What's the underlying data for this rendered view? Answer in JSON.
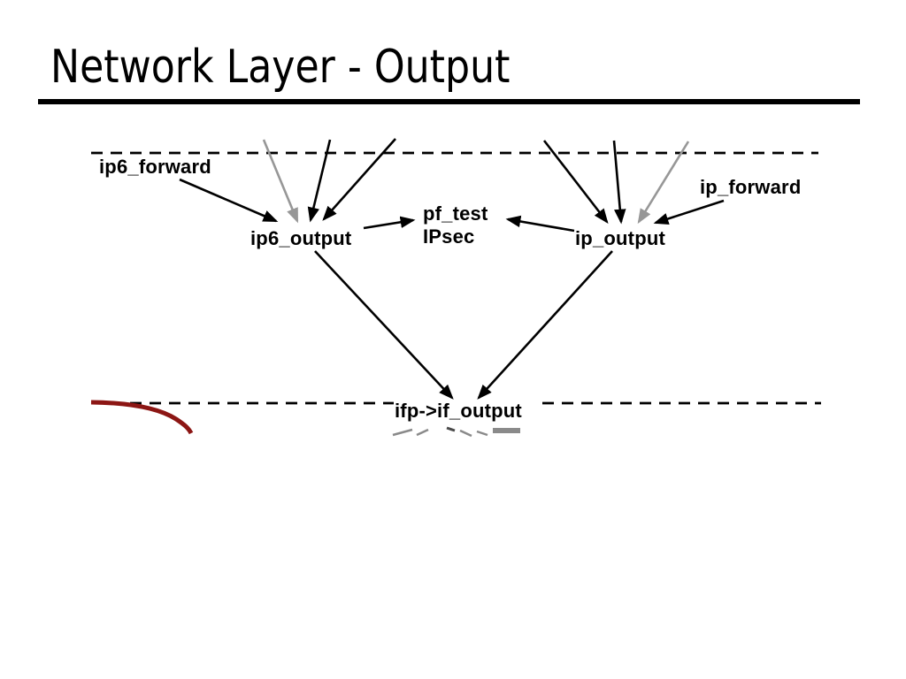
{
  "slide": {
    "title": "Network Layer - Output"
  },
  "diagram": {
    "nodes": {
      "ip6_forward": "ip6_forward",
      "ip_forward": "ip_forward",
      "ip6_output": "ip6_output",
      "pf_test": "pf_test",
      "ipsec": "IPsec",
      "ip_output": "ip_output",
      "if_output": "ifp->if_output"
    },
    "edges": [
      {
        "from": "upper-layer",
        "to": "ip6_output",
        "style": "gray"
      },
      {
        "from": "upper-layer",
        "to": "ip6_output",
        "style": "black"
      },
      {
        "from": "upper-layer",
        "to": "ip6_output",
        "style": "black"
      },
      {
        "from": "ip6_forward",
        "to": "ip6_output",
        "style": "black"
      },
      {
        "from": "upper-layer",
        "to": "ip_output",
        "style": "black"
      },
      {
        "from": "upper-layer",
        "to": "ip_output",
        "style": "black"
      },
      {
        "from": "upper-layer",
        "to": "ip_output",
        "style": "gray"
      },
      {
        "from": "ip_forward",
        "to": "ip_output",
        "style": "black"
      },
      {
        "from": "ip6_output",
        "to": "pf_test",
        "style": "black"
      },
      {
        "from": "ip_output",
        "to": "pf_test",
        "style": "black"
      },
      {
        "from": "ip6_output",
        "to": "if_output",
        "style": "black"
      },
      {
        "from": "ip_output",
        "to": "if_output",
        "style": "black"
      }
    ],
    "colors": {
      "line_black": "#000000",
      "line_gray": "#979797",
      "red_curve": "#8c1614",
      "fragment_gray": "#8a8a8a",
      "text": "#000000"
    }
  }
}
